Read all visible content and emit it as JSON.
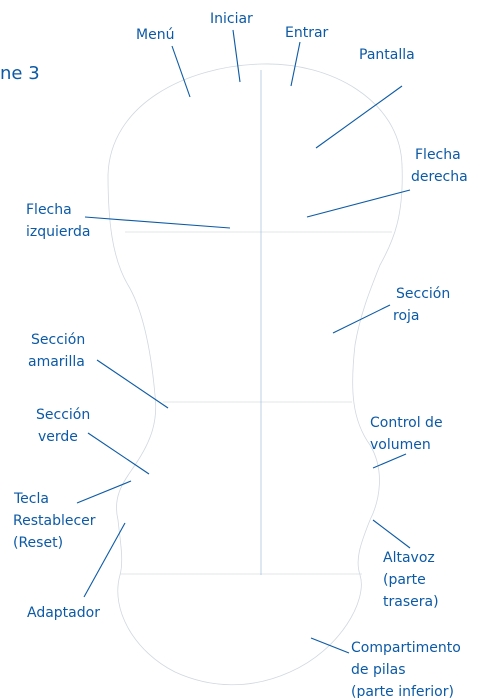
{
  "figure_ref": "ne 3",
  "labels": {
    "menu": "Menú",
    "iniciar": "Iniciar",
    "entrar": "Entrar",
    "pantalla": "Pantalla",
    "flecha_derecha": [
      "Flecha",
      "derecha"
    ],
    "flecha_izquierda": [
      "Flecha",
      "izquierda"
    ],
    "seccion_roja": [
      "Sección",
      "roja"
    ],
    "seccion_amarilla": [
      "Sección",
      "amarilla"
    ],
    "seccion_verde": [
      "Sección",
      "verde"
    ],
    "control_volumen": [
      "Control de",
      "volumen"
    ],
    "tecla_reset": [
      "Tecla",
      "Restablecer",
      "(Reset)"
    ],
    "altavoz": [
      "Altavoz",
      "(parte",
      "trasera)"
    ],
    "adaptador": "Adaptador",
    "compartimento": [
      "Compartimento",
      "de pilas",
      "(parte inferior)"
    ]
  },
  "colors": {
    "label": "#0c5aa6",
    "outline": "#cfd8df",
    "centerline": "#9fbdd6"
  }
}
